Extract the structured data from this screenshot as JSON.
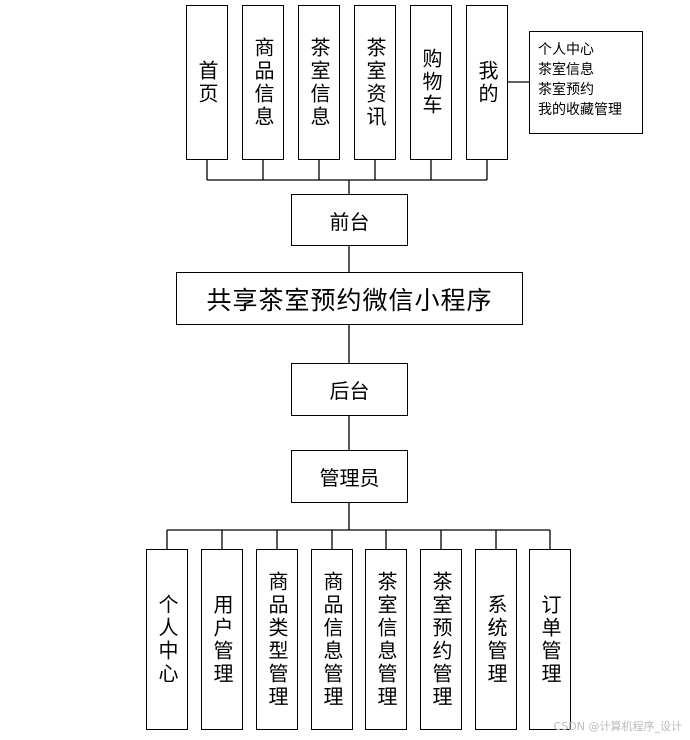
{
  "title": "共享茶室预约微信小程序",
  "frontend": {
    "label": "前台",
    "modules": [
      "首页",
      "商品信息",
      "茶室信息",
      "茶室资讯",
      "购物车",
      "我的"
    ],
    "my_submenu": [
      "个人中心",
      "茶室信息",
      "茶室预约",
      "我的收藏管理"
    ]
  },
  "backend": {
    "label": "后台",
    "role": "管理员",
    "modules": [
      "个人中心",
      "用户管理",
      "商品类型管理",
      "商品信息管理",
      "茶室信息管理",
      "茶室预约管理",
      "系统管理",
      "订单管理"
    ]
  },
  "watermark": "CSDN @计算机程序_设计"
}
